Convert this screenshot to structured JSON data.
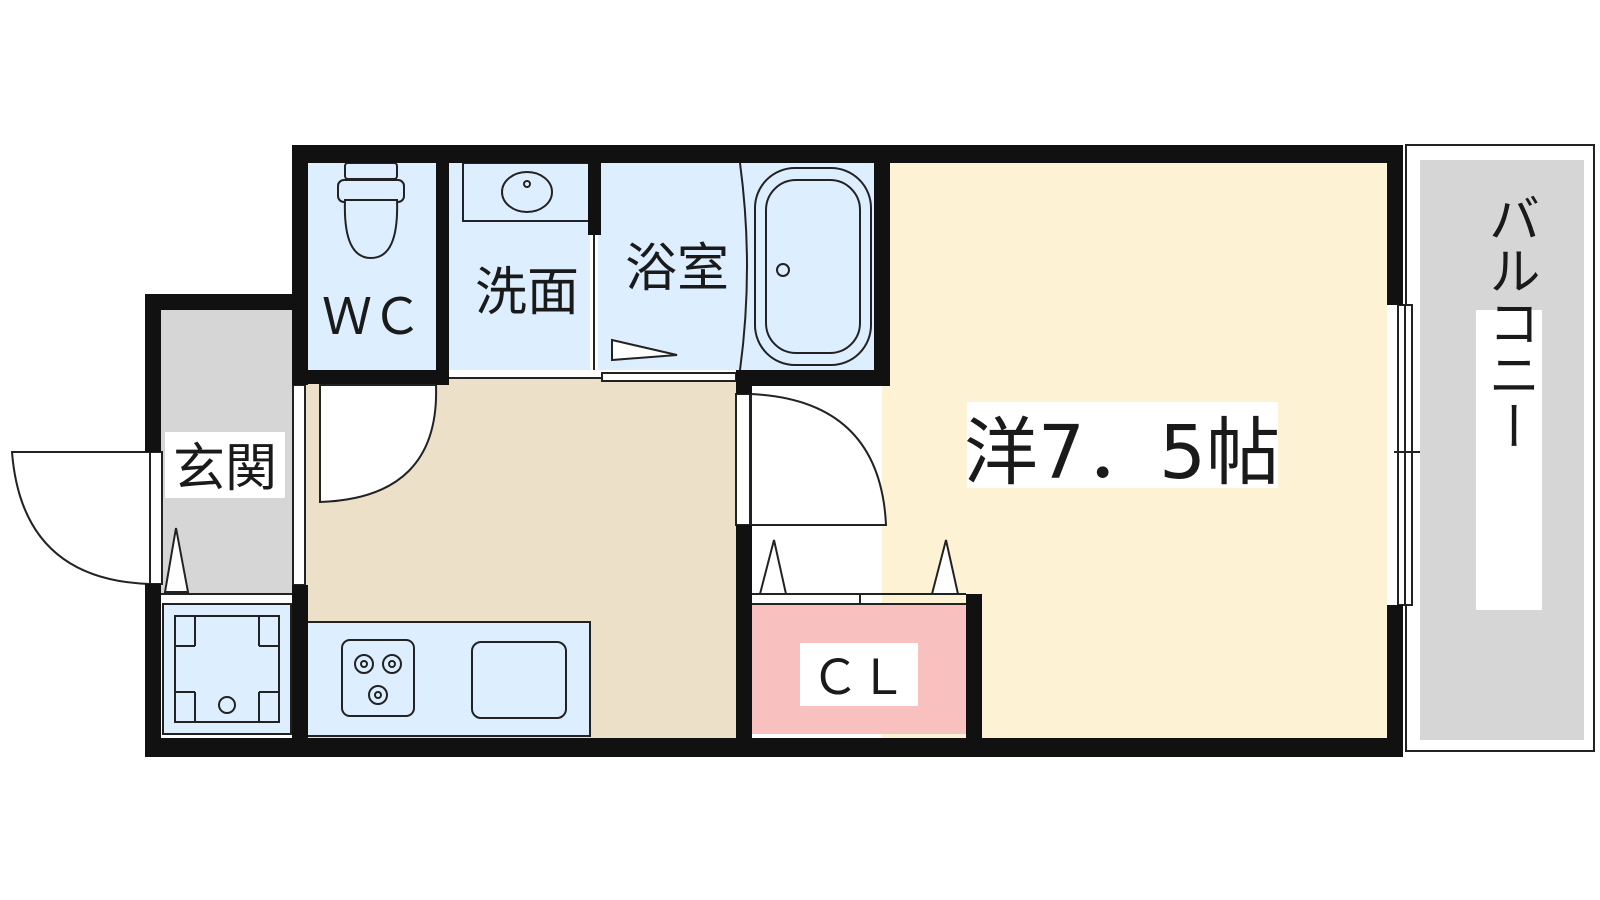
{
  "floor_plan": {
    "rooms": {
      "wc": "ＷＣ",
      "washroom": "洗面",
      "bathroom": "浴室",
      "entrance": "玄関",
      "western_room": "洋7．5帖",
      "closet": "ＣＬ",
      "balcony": "バルコニー"
    }
  },
  "colors": {
    "wet_area": "#dceeff",
    "western_room": "#fdf3d4",
    "kitchen_floor": "#ede0c8",
    "closet": "#f9c0c0",
    "entrance": "#d6d6d6",
    "balcony": "#d6d6d6",
    "wall": "#111111"
  }
}
